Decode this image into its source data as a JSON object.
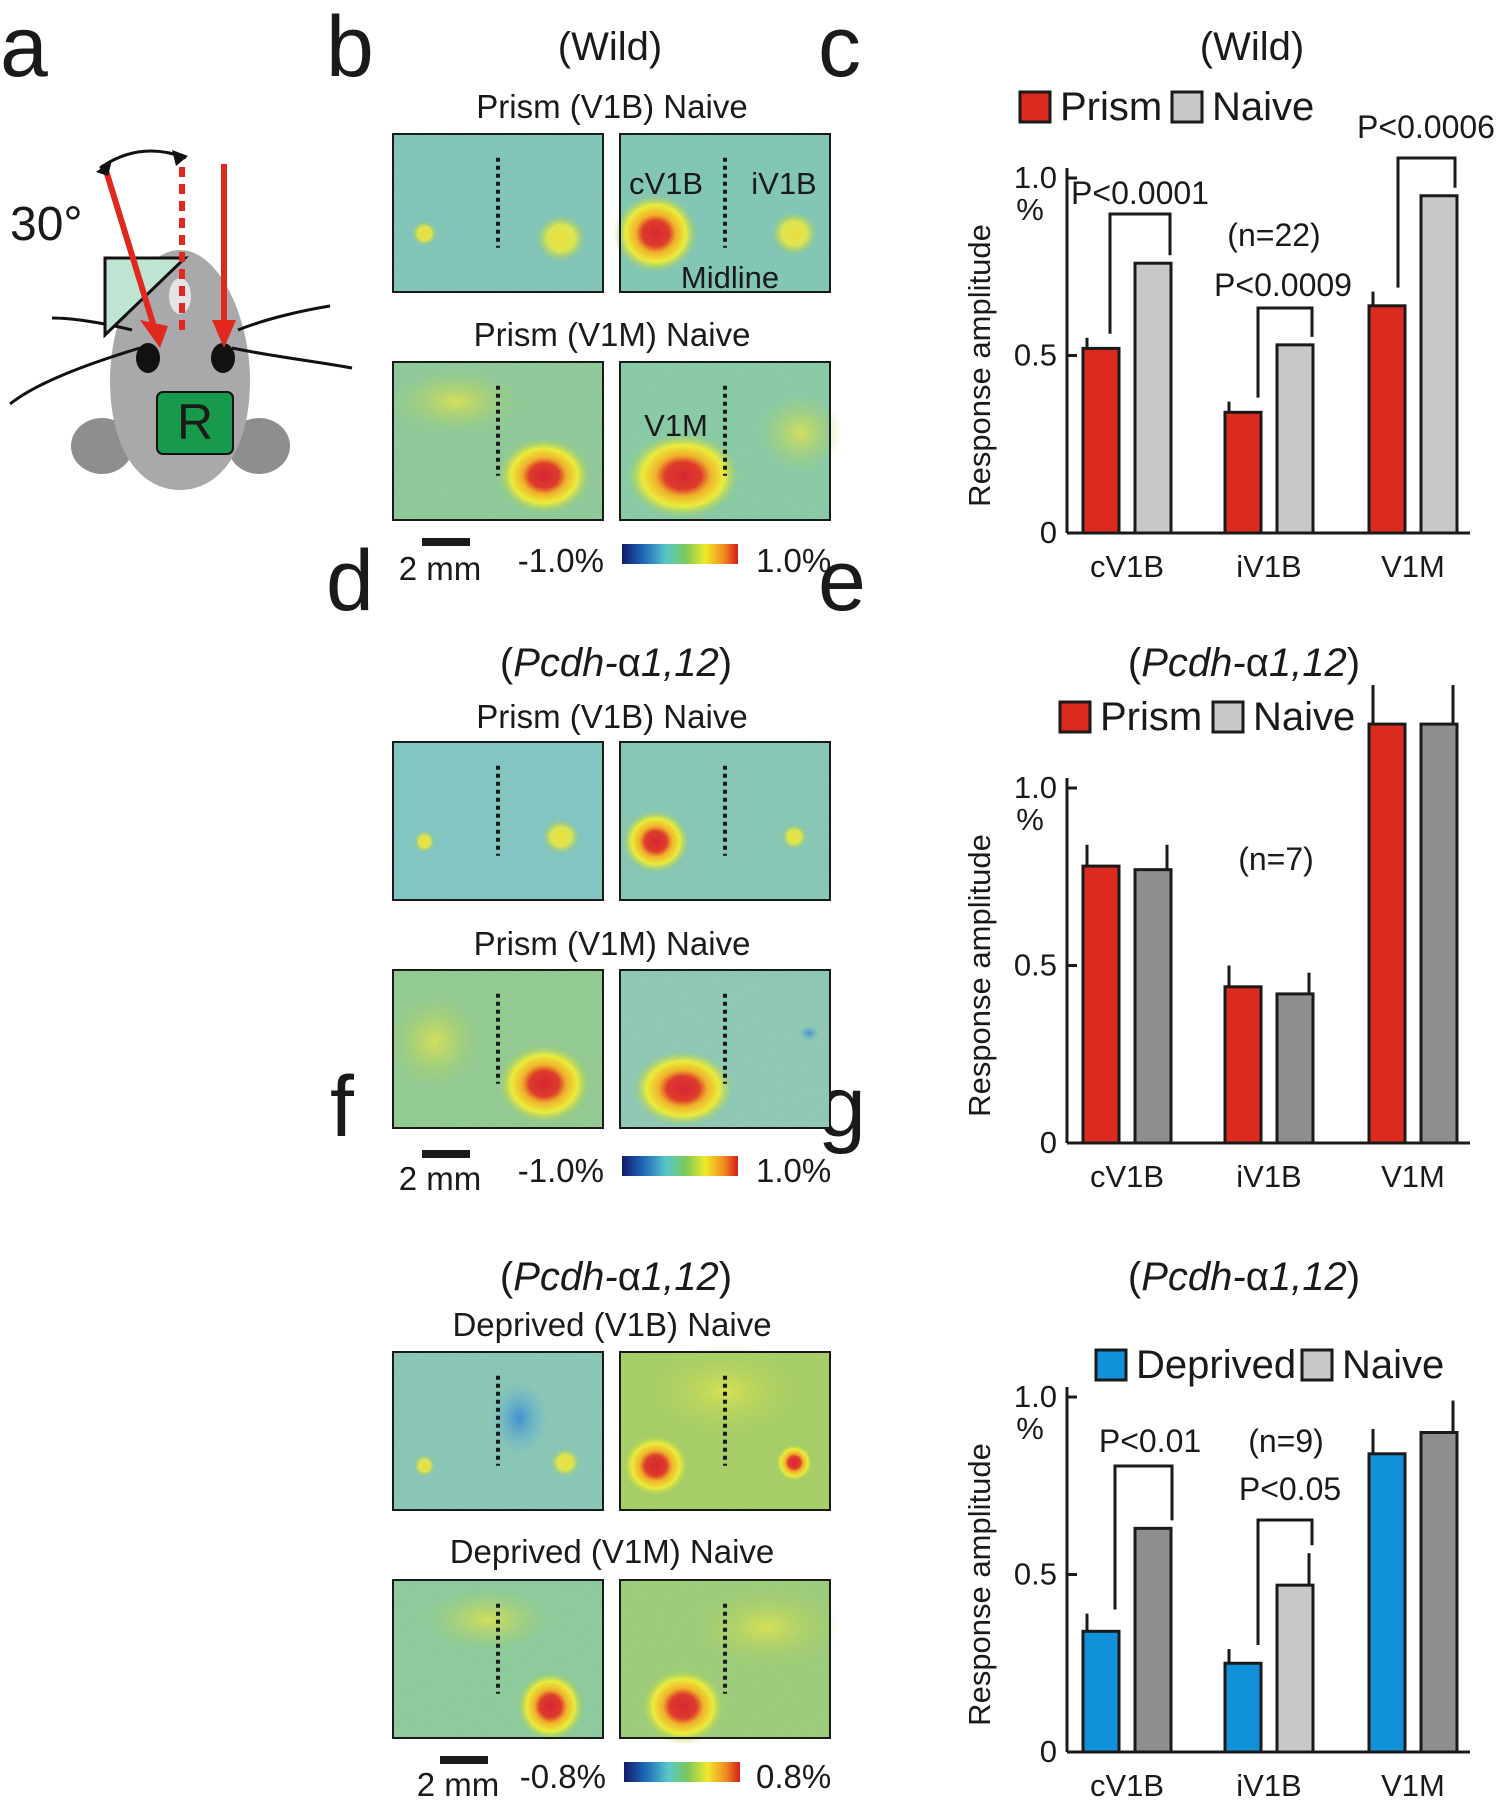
{
  "panels": {
    "a": {
      "letter": "a",
      "angle_label": "30°",
      "mouse_label": "R",
      "colors": {
        "arrow": "#e0281f",
        "prism": "#bfe4d2",
        "body": "#a9a9ab",
        "head": "#c6c6c8",
        "patch": "#189a4c"
      }
    },
    "b": {
      "letter": "b",
      "title": "(Wild)",
      "sub1": "Prism (V1B) Naive",
      "sub2": "Prism (V1M) Naive",
      "map_labels": {
        "cv1b": "cV1B",
        "iv1b": "iV1B",
        "midline": "Midline",
        "v1m": "V1M"
      },
      "scale": "2 mm",
      "cmin": "-1.0%",
      "cmax": "1.0%"
    },
    "d": {
      "letter": "d",
      "title_prefix": "(",
      "title_italic": "Pcdh-",
      "title_greek": "α",
      "title_italic2": "1,12",
      "title_suffix": ")",
      "sub1": "Prism (V1B) Naive",
      "sub2": "Prism (V1M) Naive",
      "scale": "2 mm",
      "cmin": "-1.0%",
      "cmax": "1.0%"
    },
    "f": {
      "letter": "f",
      "title_prefix": "(",
      "title_italic": "Pcdh-",
      "title_greek": "α",
      "title_italic2": "1,12",
      "title_suffix": ")",
      "sub1": "Deprived (V1B) Naive",
      "sub2": "Deprived (V1M) Naive",
      "scale": "2 mm",
      "cmin": "-0.8%",
      "cmax": "0.8%"
    },
    "e": {
      "title_prefix": "(",
      "title_italic": "Pcdh-",
      "title_greek": "α",
      "title_italic2": "1,12",
      "title_suffix": ")"
    },
    "g": {
      "title_prefix": "(",
      "title_italic": "Pcdh-",
      "title_greek": "α",
      "title_italic2": "1,12",
      "title_suffix": ")"
    }
  },
  "chart_data": [
    {
      "panel": "c",
      "type": "bar",
      "title": "(Wild)",
      "ylabel": "Response amplitude",
      "yunit": "%",
      "ylim": [
        0,
        1.0
      ],
      "yticks": [
        "0",
        "0.5",
        "1.0"
      ],
      "categories": [
        "cV1B",
        "iV1B",
        "V1M"
      ],
      "legend_position": "top",
      "series": [
        {
          "name": "Prism",
          "color": "#dd2a1f",
          "values": [
            0.52,
            0.34,
            0.64
          ],
          "errors": [
            0.03,
            0.03,
            0.04
          ]
        },
        {
          "name": "Naive",
          "color": "#c8c8ca",
          "values": [
            0.76,
            0.53,
            0.95
          ],
          "errors": [
            0,
            0,
            0
          ]
        }
      ],
      "annotations": [
        {
          "text": "P<0.0001",
          "category": 0
        },
        {
          "text": "P<0.0009",
          "category": 1
        },
        {
          "text": "P<0.0006",
          "category": 2
        }
      ],
      "n_label": "(n=22)"
    },
    {
      "panel": "e",
      "type": "bar",
      "title": "(Pcdh-α1,12)",
      "ylabel": "Response amplitude",
      "yunit": "%",
      "ylim": [
        0,
        1.0
      ],
      "yticks": [
        "0",
        "0.5",
        "1.0"
      ],
      "categories": [
        "cV1B",
        "iV1B",
        "V1M"
      ],
      "legend_position": "top",
      "series": [
        {
          "name": "Prism",
          "color": "#dd2a1f",
          "values": [
            0.78,
            0.44,
            1.18
          ],
          "errors": [
            0.06,
            0.06,
            0.11
          ]
        },
        {
          "name": "Naive",
          "color": "#8e8e90",
          "legend_color": "#c8c8ca",
          "values": [
            0.77,
            0.42,
            1.18
          ],
          "errors": [
            0.07,
            0.06,
            0.11
          ]
        }
      ],
      "annotations": [],
      "n_label": "(n=7)"
    },
    {
      "panel": "g",
      "type": "bar",
      "title": "(Pcdh-α1,12)",
      "ylabel": "Response amplitude",
      "yunit": "%",
      "ylim": [
        0,
        1.0
      ],
      "yticks": [
        "0",
        "0.5",
        "1.0"
      ],
      "categories": [
        "cV1B",
        "iV1B",
        "V1M"
      ],
      "legend_position": "top",
      "series": [
        {
          "name": "Deprived",
          "color": "#1191d9",
          "values": [
            0.34,
            0.25,
            0.84
          ],
          "errors": [
            0.05,
            0.04,
            0.07
          ]
        },
        {
          "name": "Naive",
          "color": "#8e8e90",
          "legend_color": "#c8c8ca",
          "values": [
            0.63,
            0.47,
            0.9
          ],
          "errors": [
            0,
            0.09,
            0.09
          ],
          "colors": [
            "#8e8e90",
            "#c8c8ca",
            "#8e8e90"
          ]
        }
      ],
      "annotations": [
        {
          "text": "P<0.01",
          "category": 0
        },
        {
          "text": "P<0.05",
          "category": 1
        }
      ],
      "n_label": "(n=9)"
    }
  ]
}
